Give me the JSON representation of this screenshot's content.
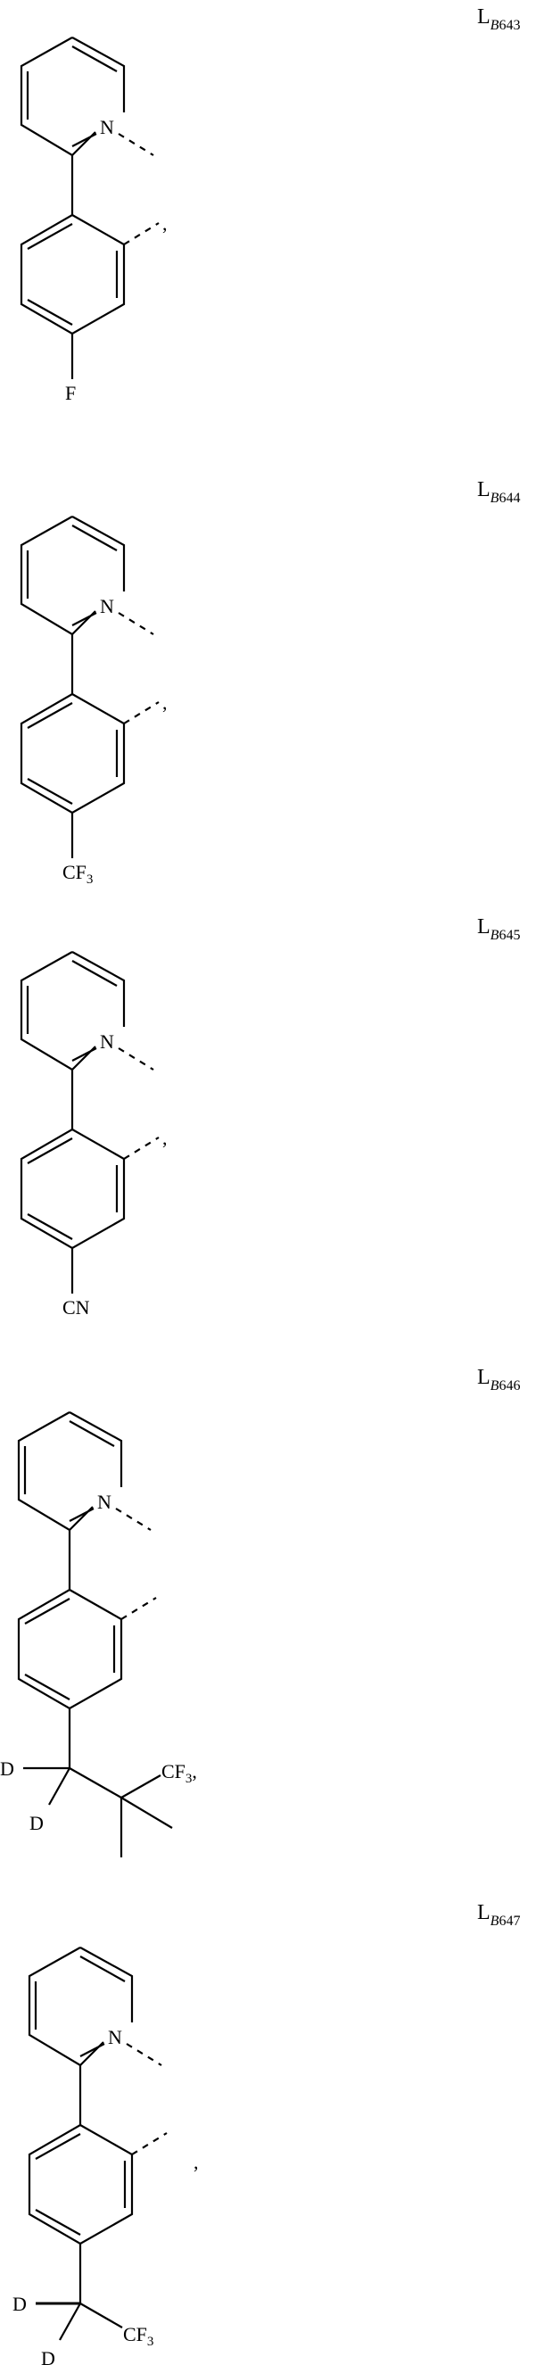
{
  "compounds": [
    {
      "label_main": "L",
      "label_sub_italic": "B",
      "label_sub_num": "643",
      "substituent": "F",
      "substituent_type": "fluoro",
      "trailing_comma": ","
    },
    {
      "label_main": "L",
      "label_sub_italic": "B",
      "label_sub_num": "644",
      "substituent": "CF",
      "substituent_subscript": "3",
      "substituent_type": "trifluoromethyl",
      "trailing_comma": ","
    },
    {
      "label_main": "L",
      "label_sub_italic": "B",
      "label_sub_num": "645",
      "substituent": "CN",
      "substituent_type": "cyano",
      "trailing_comma": ","
    },
    {
      "label_main": "L",
      "label_sub_italic": "B",
      "label_sub_num": "646",
      "substituent_type": "CD2-C(CH3)2-CF3",
      "d_label_1": "D",
      "d_label_2": "D",
      "cf3_main": "CF",
      "cf3_sub": "3",
      "trailing_comma": ","
    },
    {
      "label_main": "L",
      "label_sub_italic": "B",
      "label_sub_num": "647",
      "substituent_type": "CD2-CF3",
      "d_label_1": "D",
      "d_label_2": "D",
      "cf3_main": "CF",
      "cf3_sub": "3",
      "trailing_comma": ","
    }
  ],
  "atoms": {
    "nitrogen": "N"
  }
}
